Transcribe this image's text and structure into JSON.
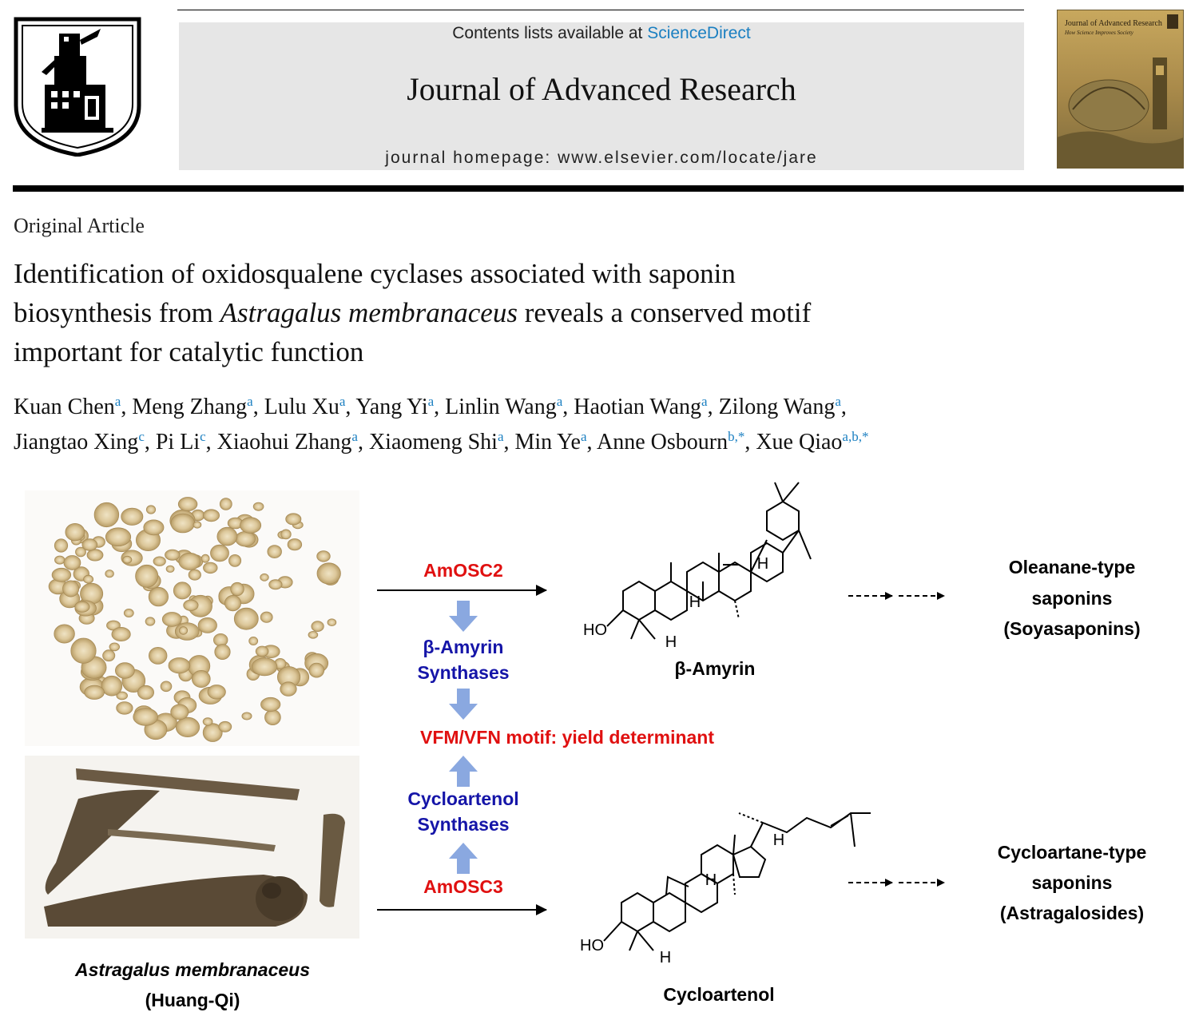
{
  "header": {
    "contents_prefix": "Contents lists available at ",
    "contents_link": "ScienceDirect",
    "journal_title": "Journal of Advanced Research",
    "homepage": "journal homepage: www.elsevier.com/locate/jare",
    "cover_title": "Journal of Advanced Research",
    "cover_subtitle": "How Science Improves Society"
  },
  "article": {
    "type": "Original Article",
    "title_line1": "Identification of oxidosqualene cyclases associated with saponin",
    "title_line2_pre": "biosynthesis from ",
    "title_line2_italic": "Astragalus membranaceus",
    "title_line2_post": " reveals a conserved motif",
    "title_line3": "important for catalytic function"
  },
  "authors": [
    {
      "name": "Kuan Chen",
      "aff": "a",
      "sep": ", "
    },
    {
      "name": "Meng Zhang",
      "aff": "a",
      "sep": ", "
    },
    {
      "name": "Lulu Xu",
      "aff": "a",
      "sep": ", "
    },
    {
      "name": "Yang Yi",
      "aff": "a",
      "sep": ", "
    },
    {
      "name": "Linlin Wang",
      "aff": "a",
      "sep": ", "
    },
    {
      "name": "Haotian Wang",
      "aff": "a",
      "sep": ", "
    },
    {
      "name": "Zilong Wang",
      "aff": "a",
      "sep": ","
    },
    {
      "name": "Jiangtao Xing",
      "aff": "c",
      "sep": ", "
    },
    {
      "name": "Pi Li",
      "aff": "c",
      "sep": ", "
    },
    {
      "name": "Xiaohui Zhang",
      "aff": "a",
      "sep": ", "
    },
    {
      "name": "Xiaomeng Shi",
      "aff": "a",
      "sep": ", "
    },
    {
      "name": "Min Ye",
      "aff": "a",
      "sep": ", "
    },
    {
      "name": "Anne Osbourn",
      "aff": "b,*",
      "sep": ", "
    },
    {
      "name": "Xue Qiao",
      "aff": "a,b,*",
      "sep": ""
    }
  ],
  "abstract": {
    "enzyme_top": "AmOSC2",
    "enzyme_bottom": "AmOSC3",
    "beta_amyrin_synthases_1": "β-Amyrin",
    "beta_amyrin_synthases_2": "Synthases",
    "motif": "VFM/VFN motif: yield determinant",
    "cycloartenol_synthases_1": "Cycloartenol",
    "cycloartenol_synthases_2": "Synthases",
    "compound_top": "β-Amyrin",
    "compound_bottom": "Cycloartenol",
    "product_top_1": "Oleanane-type",
    "product_top_2": "saponins",
    "product_top_3": "(Soyasaponins)",
    "product_bottom_1": "Cycloartane-type",
    "product_bottom_2": "saponins",
    "product_bottom_3": "(Astragalosides)",
    "plant_name": "Astragalus membranaceus",
    "plant_common": "(Huang-Qi)",
    "atom_ho": "HO",
    "atom_h": "H"
  },
  "colors": {
    "link": "#1a7fc1",
    "red_label": "#e01010",
    "blue_label": "#1515a8",
    "arrow_blue": "#8aa8e0",
    "header_band": "#e6e6e6"
  }
}
